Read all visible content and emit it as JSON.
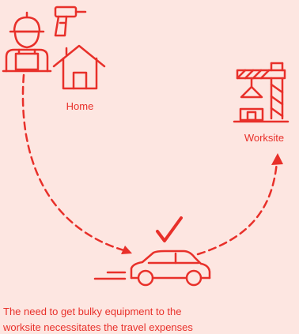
{
  "colors": {
    "accent": "#e8302a",
    "background": "#fde6e1"
  },
  "icons": [
    "worker-icon",
    "drill-icon",
    "house-icon",
    "crane-icon",
    "car-icon",
    "checkmark-icon"
  ],
  "labels": {
    "home": "Home",
    "worksite": "Worksite"
  },
  "caption": {
    "line1": "The need to get bulky equipment to the",
    "line2": "worksite necessitates the travel expenses"
  }
}
